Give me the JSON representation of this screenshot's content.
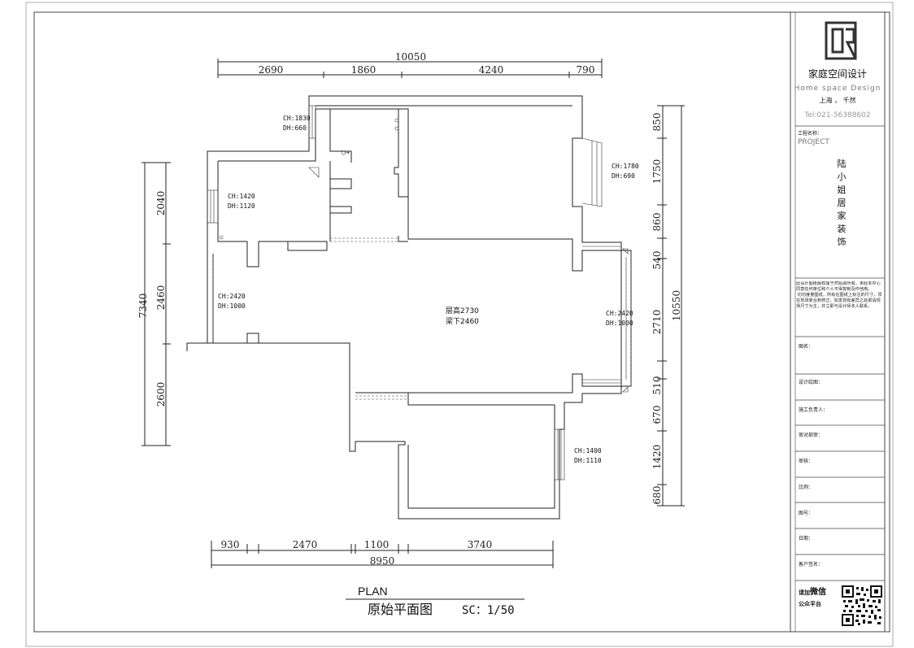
{
  "drawing": {
    "top_dims": {
      "total": "10050",
      "segments": [
        "2690",
        "1860",
        "4240",
        "790"
      ]
    },
    "bottom_dims": {
      "total": "8950",
      "segments": [
        "930",
        "2470",
        "1100",
        "3740"
      ]
    },
    "left_dims": {
      "total": "7340",
      "segments": [
        "2040",
        "2460",
        "2600"
      ]
    },
    "right_dims": {
      "total": "10550",
      "segments": [
        "850",
        "1750",
        "860",
        "540",
        "2710",
        "510",
        "670",
        "1420",
        "680"
      ]
    },
    "annotations": {
      "a1": [
        "CH:1830",
        "DH:660"
      ],
      "a2": [
        "CH:1420",
        "DH:1120"
      ],
      "a3": [
        "CH:1780",
        "DH:690"
      ],
      "a4": [
        "CH:2420",
        "DH:1000"
      ],
      "a5": [
        "CH:2420",
        "DH:1000"
      ],
      "a6": [
        "CH:1400",
        "DH:1110"
      ],
      "center": [
        "层高2730",
        "梁下2460"
      ]
    },
    "title": {
      "plan": "PLAN",
      "name": "原始平面图",
      "scale": "SC：1/50"
    }
  },
  "title_block": {
    "logo_letters": "DR",
    "company": "家庭空间设计",
    "company_en": "Home space Design",
    "location": "上海 ，   千然",
    "tel": "Tel:021-56388602",
    "project_label": "工程名称：",
    "project_en": "PROJECT",
    "project_name": [
      "陆",
      "小",
      "姐",
      "居",
      "家",
      "装",
      "饰"
    ],
    "notes": "此设计图纸版权属于然始源所有，未经本中心同意任何单位和个人不得复制及作他用。\n 切勿度量图纸，所有在图纸上标注的尺寸，须在现场复合和修正，如发现有差异之处即请现场尺寸为主，并立即与设计师本人联系。",
    "fields": [
      "图名：",
      "设计绘图：",
      "施工负责人：",
      "审对部审：",
      "审核：",
      "比例：",
      "图号：",
      "日期：",
      "客户签名："
    ],
    "wechat_line1_a": "请加",
    "wechat_line1_b": "微信",
    "wechat_line2": "公众平台"
  }
}
